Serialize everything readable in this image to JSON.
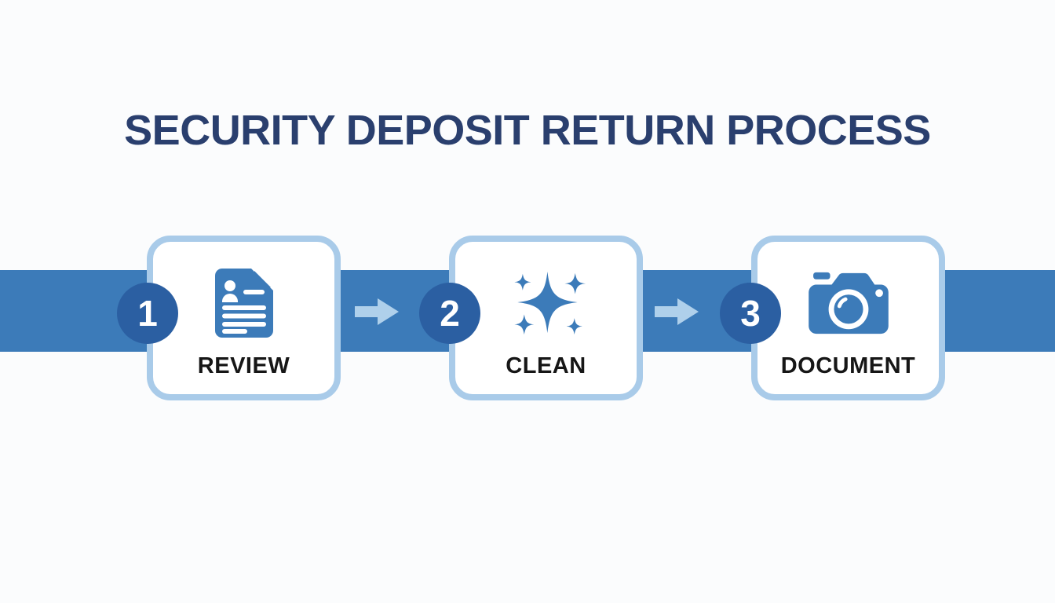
{
  "title": "SECURITY DEPOSIT RETURN PROCESS",
  "steps": [
    {
      "number": "1",
      "label": "REVIEW",
      "icon": "resume-document-icon"
    },
    {
      "number": "2",
      "label": "CLEAN",
      "icon": "sparkles-icon"
    },
    {
      "number": "3",
      "label": "DOCUMENT",
      "icon": "camera-icon"
    }
  ],
  "connectors": [
    {
      "icon": "right-arrow-icon"
    },
    {
      "icon": "right-arrow-icon"
    }
  ],
  "colors": {
    "background": "#FBFCFD",
    "band_blue": "#3C7BB9",
    "step_circle_blue": "#2B5FA2",
    "card_border_light_blue": "#A9CBE9",
    "icon_blue": "#3C7BB9",
    "arrow_light_blue": "#AFD0EB",
    "title_navy": "#2A3F6E",
    "label_black": "#161616"
  }
}
